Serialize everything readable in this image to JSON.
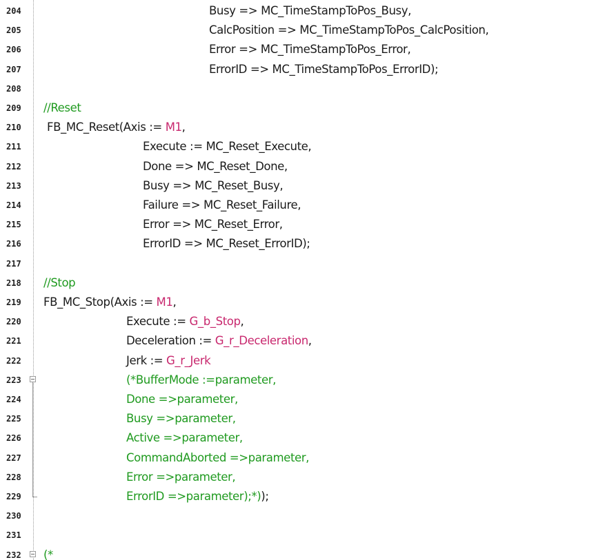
{
  "editor": {
    "lines": [
      {
        "num": "204",
        "indent": 303,
        "segments": [
          {
            "text": "Busy => MC_TimeStampToPos_Busy,",
            "kind": "normal"
          }
        ]
      },
      {
        "num": "205",
        "indent": 303,
        "segments": [
          {
            "text": "CalcPosition => MC_TimeStampToPos_CalcPosition,",
            "kind": "normal"
          }
        ]
      },
      {
        "num": "206",
        "indent": 303,
        "segments": [
          {
            "text": "Error => MC_TimeStampToPos_Error,",
            "kind": "normal"
          }
        ]
      },
      {
        "num": "207",
        "indent": 303,
        "segments": [
          {
            "text": "ErrorID => MC_TimeStampToPos_ErrorID);",
            "kind": "normal"
          }
        ]
      },
      {
        "num": "208",
        "indent": 63,
        "segments": []
      },
      {
        "num": "209",
        "indent": 63,
        "segments": [
          {
            "text": "//Reset",
            "kind": "comment"
          }
        ]
      },
      {
        "num": "210",
        "indent": 68,
        "segments": [
          {
            "text": "FB_MC_Reset(Axis := ",
            "kind": "normal"
          },
          {
            "text": "M1",
            "kind": "var"
          },
          {
            "text": ",",
            "kind": "normal"
          }
        ]
      },
      {
        "num": "211",
        "indent": 207,
        "segments": [
          {
            "text": "Execute := MC_Reset_Execute,",
            "kind": "normal"
          }
        ]
      },
      {
        "num": "212",
        "indent": 207,
        "segments": [
          {
            "text": "Done => MC_Reset_Done,",
            "kind": "normal"
          }
        ]
      },
      {
        "num": "213",
        "indent": 207,
        "segments": [
          {
            "text": "Busy => MC_Reset_Busy,",
            "kind": "normal"
          }
        ]
      },
      {
        "num": "214",
        "indent": 207,
        "segments": [
          {
            "text": "Failure => MC_Reset_Failure,",
            "kind": "normal"
          }
        ]
      },
      {
        "num": "215",
        "indent": 207,
        "segments": [
          {
            "text": "Error => MC_Reset_Error,",
            "kind": "normal"
          }
        ]
      },
      {
        "num": "216",
        "indent": 207,
        "segments": [
          {
            "text": "ErrorID => MC_Reset_ErrorID);",
            "kind": "normal"
          }
        ]
      },
      {
        "num": "217",
        "indent": 63,
        "segments": []
      },
      {
        "num": "218",
        "indent": 63,
        "segments": [
          {
            "text": "//Stop",
            "kind": "comment"
          }
        ]
      },
      {
        "num": "219",
        "indent": 63,
        "segments": [
          {
            "text": "FB_MC_Stop(Axis := ",
            "kind": "normal"
          },
          {
            "text": "M1",
            "kind": "var"
          },
          {
            "text": ",",
            "kind": "normal"
          }
        ]
      },
      {
        "num": "220",
        "indent": 183,
        "segments": [
          {
            "text": "Execute := ",
            "kind": "normal"
          },
          {
            "text": "G_b_Stop",
            "kind": "var"
          },
          {
            "text": ",",
            "kind": "normal"
          }
        ]
      },
      {
        "num": "221",
        "indent": 183,
        "segments": [
          {
            "text": "Deceleration := ",
            "kind": "normal"
          },
          {
            "text": "G_r_Deceleration",
            "kind": "var"
          },
          {
            "text": ",",
            "kind": "normal"
          }
        ]
      },
      {
        "num": "222",
        "indent": 183,
        "segments": [
          {
            "text": "Jerk := ",
            "kind": "normal"
          },
          {
            "text": "G_r_Jerk",
            "kind": "var"
          }
        ]
      },
      {
        "num": "223",
        "indent": 183,
        "fold": "start",
        "segments": [
          {
            "text": "(*BufferMode :=parameter,",
            "kind": "comment"
          }
        ]
      },
      {
        "num": "224",
        "indent": 183,
        "fold": "mid",
        "segments": [
          {
            "text": "Done =>parameter,",
            "kind": "comment"
          }
        ]
      },
      {
        "num": "225",
        "indent": 183,
        "fold": "mid",
        "segments": [
          {
            "text": "Busy =>parameter,",
            "kind": "comment"
          }
        ]
      },
      {
        "num": "226",
        "indent": 183,
        "fold": "mid",
        "segments": [
          {
            "text": "Active =>parameter,",
            "kind": "comment"
          }
        ]
      },
      {
        "num": "227",
        "indent": 183,
        "fold": "mid",
        "segments": [
          {
            "text": "CommandAborted =>parameter,",
            "kind": "comment"
          }
        ]
      },
      {
        "num": "228",
        "indent": 183,
        "fold": "mid",
        "segments": [
          {
            "text": "Error =>parameter,",
            "kind": "comment"
          }
        ]
      },
      {
        "num": "229",
        "indent": 183,
        "fold": "end",
        "segments": [
          {
            "text": "ErrorID =>parameter);*)",
            "kind": "comment"
          },
          {
            "text": ");",
            "kind": "normal"
          }
        ]
      },
      {
        "num": "230",
        "indent": 63,
        "segments": []
      },
      {
        "num": "231",
        "indent": 63,
        "segments": []
      },
      {
        "num": "232",
        "indent": 63,
        "fold": "start",
        "segments": [
          {
            "text": "(*",
            "kind": "comment"
          }
        ]
      }
    ]
  }
}
